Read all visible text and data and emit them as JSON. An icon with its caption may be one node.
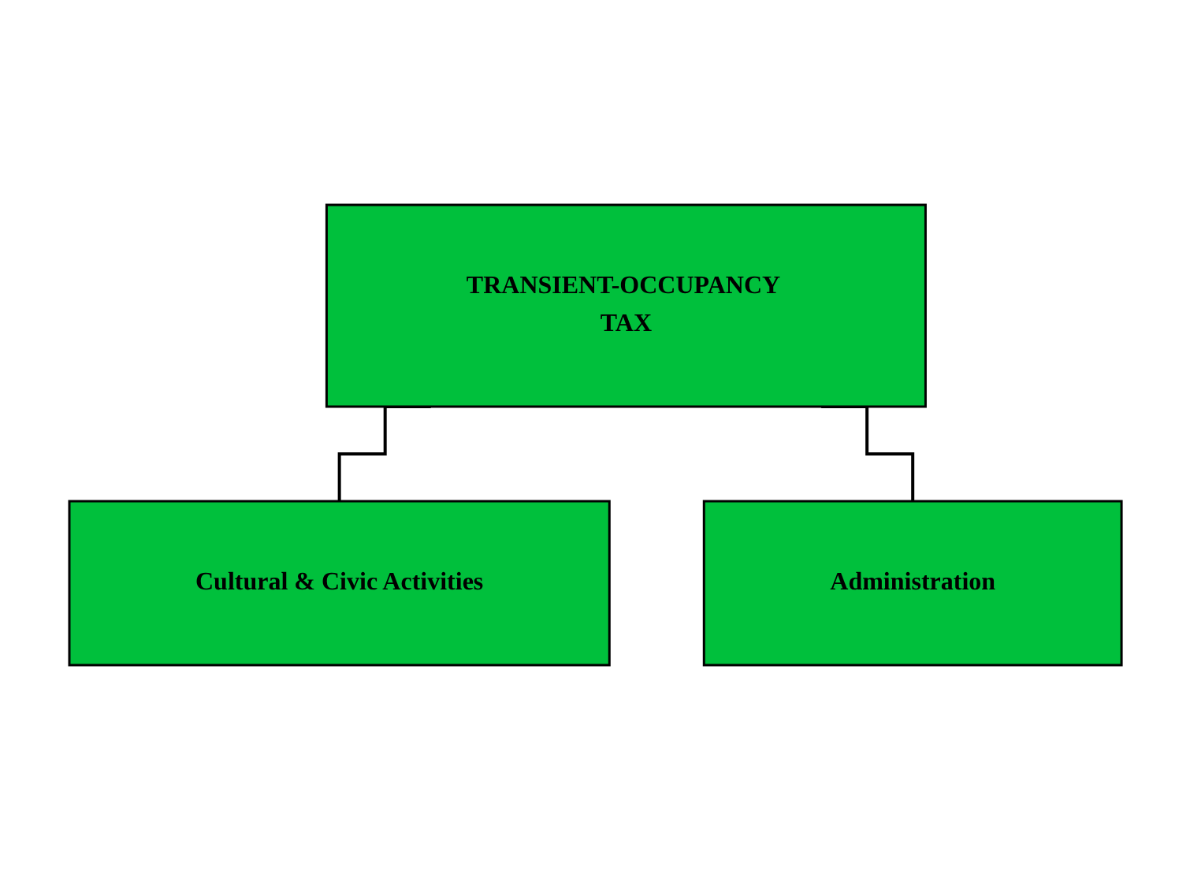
{
  "diagram": {
    "nodes": [
      {
        "text": [
          "TRANSIENT-OCCUPANCY TAX"
        ]
      },
      {
        "text": [
          "Cultural & Civic Activities"
        ]
      },
      {
        "text": [
          "Administration"
        ]
      }
    ],
    "edges": [
      {
        "from": 0,
        "to": 1,
        "arrow": "none"
      },
      {
        "from": 0,
        "to": 2,
        "arrow": "none"
      }
    ]
  }
}
